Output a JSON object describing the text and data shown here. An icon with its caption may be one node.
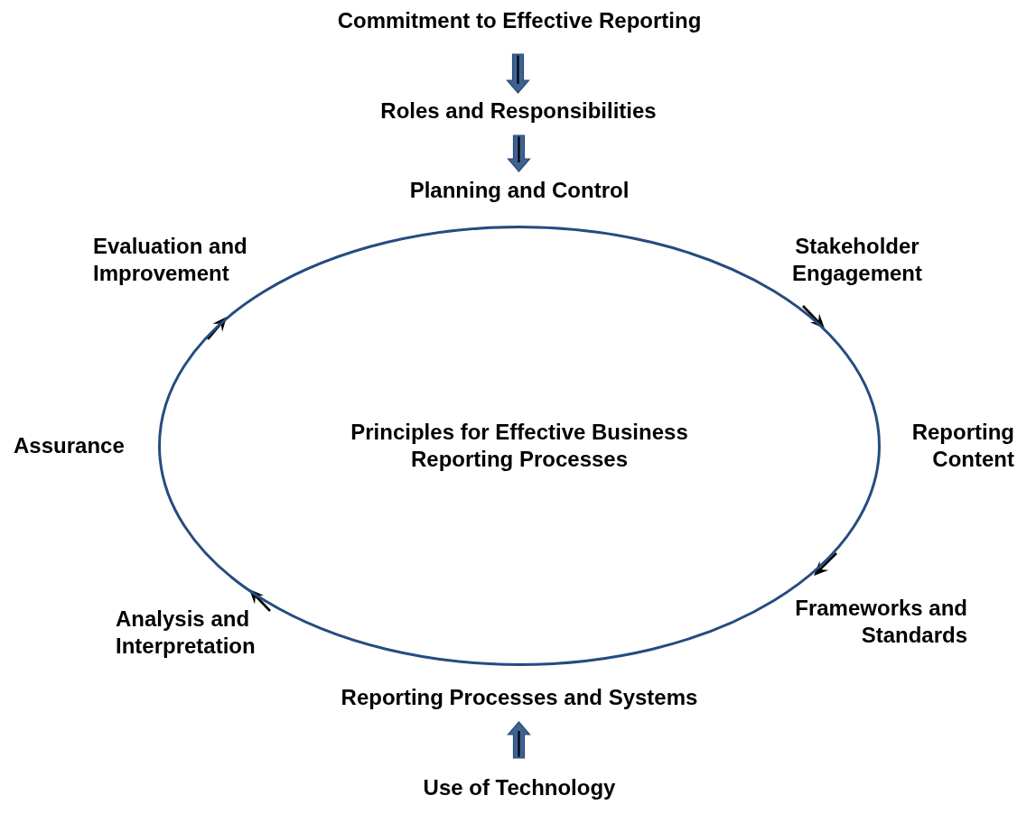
{
  "diagram": {
    "nodes": [
      {
        "text": [
          "Commitment to Effective Reporting"
        ]
      },
      {
        "text": [
          "Roles and Responsibilities"
        ]
      },
      {
        "text": [
          "Planning and Control"
        ]
      },
      {
        "text": [
          "Principles for Effective Business Reporting Processes"
        ]
      },
      {
        "text": [
          "Reporting Processes and Systems"
        ]
      },
      {
        "text": [
          "Use of Technology"
        ]
      }
    ],
    "edges": [
      {
        "from": 0,
        "to": 1,
        "arrow": "to"
      },
      {
        "from": 1,
        "to": 2,
        "arrow": "to"
      },
      {
        "from": 5,
        "to": 4,
        "arrow": "to"
      }
    ],
    "labels": [
      "Evaluation and Improvement",
      "Stakeholder Engagement",
      "Assurance",
      "Reporting Content",
      "Analysis and Interpretation",
      "Frameworks and Standards"
    ]
  }
}
